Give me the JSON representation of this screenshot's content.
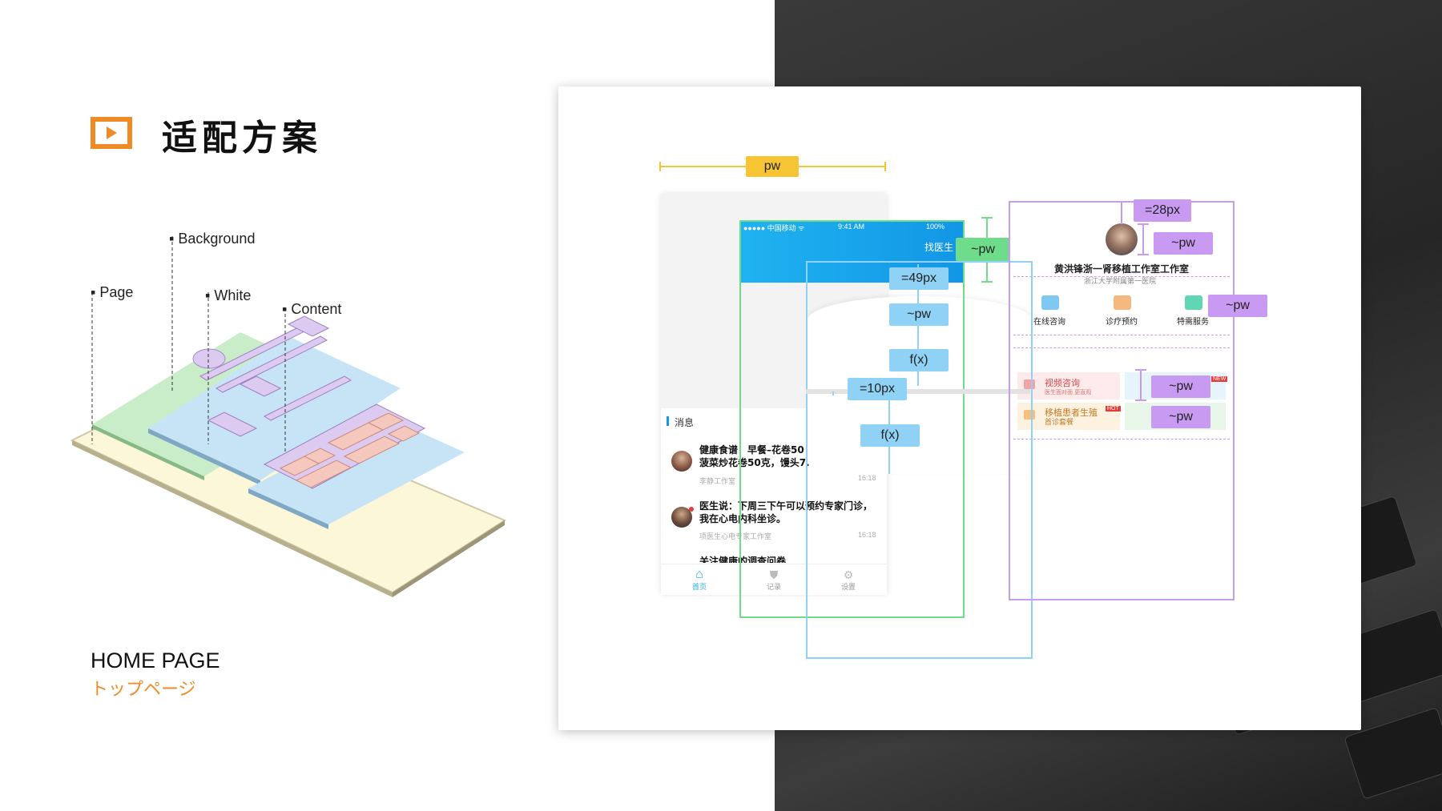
{
  "slide": {
    "title": "适配方案",
    "home_en": "HOME PAGE",
    "home_jp": "トップページ"
  },
  "layers": {
    "page": "Page",
    "background": "Background",
    "white": "White",
    "content": "Content"
  },
  "annotations": {
    "pw_top": "pw",
    "green_pw": "~pw",
    "blue_49": "=49px",
    "blue_pw": "~pw",
    "blue_fx1": "f(x)",
    "blue_10": "=10px",
    "blue_fx2": "f(x)",
    "purple_28": "=28px",
    "purple_pw1": "~pw",
    "purple_pw2": "~pw",
    "purple_pw3": "~pw",
    "purple_pw4": "~pw"
  },
  "phone": {
    "status_carrier": "●●●●● 中国移动 ᯤ",
    "status_time": "9:41 AM",
    "status_battery": "100%",
    "header_label": "找医生",
    "section_title": "消息",
    "messages": [
      {
        "text": "健康食谱：早餐–花卷50\n菠菜炒花卷50克，馒头7.",
        "source": "李静工作室",
        "time": "16:18"
      },
      {
        "text": "医生说：下周三下午可以预约专家门诊，\n我在心电内科坐诊。",
        "source": "项医生心电专家工作室",
        "time": "16:18"
      },
      {
        "text": "关注健康的调查问卷",
        "source": "",
        "time": ""
      }
    ],
    "tabs": [
      "首页",
      "记录",
      "设置"
    ]
  },
  "studio": {
    "name": "黄洪锋浙一肾移植工作室工作室",
    "hospital": "浙江大学附属第一医院",
    "services": [
      "在线咨询",
      "诊疗预约",
      "特需服务"
    ],
    "promo1_title": "视频咨询",
    "promo1_sub": "医生面对面 更直观",
    "promo1_badge": "NEW",
    "promo2_title": "移植患者生殖",
    "promo2_sub": "首诊套餐",
    "promo2_badge": "HOT"
  },
  "colors": {
    "accent_orange": "#f08a24",
    "tag_yellow": "#f7c534",
    "tag_green": "#6fdc8c",
    "tag_blue": "#8fd2f5",
    "tag_purple": "#c89af2",
    "layer_page": "#fdf7d9",
    "layer_background": "#c9edc8",
    "layer_white": "#c6e4f6",
    "layer_content": "#dccaf0",
    "content_block": "#f5c8bd"
  }
}
